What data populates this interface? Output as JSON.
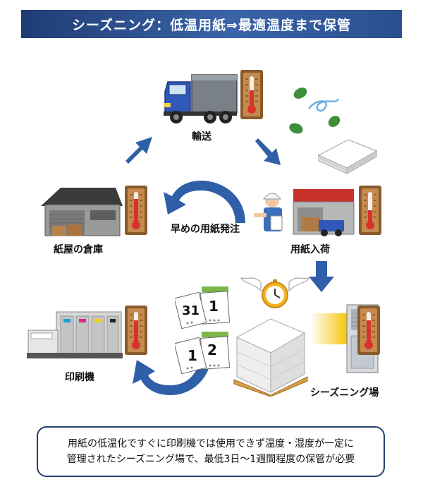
{
  "title": "シーズニング：低温用紙⇒最適温度まで保管",
  "labels": {
    "transport": "輸送",
    "warehouse": "紙屋の倉庫",
    "early_order": "早めの用紙発注",
    "paper_arrival": "用紙入荷",
    "press": "印刷機",
    "seasoning_area": "シーズニング場"
  },
  "calendar": {
    "top_left": "31",
    "top_right": "1",
    "bottom_left": "1",
    "bottom_right": "2"
  },
  "note": {
    "line1": "用紙の低温化ですぐに印刷機では使用できず温度・湿度が一定に",
    "line2": "管理されたシーズニング場で、最低3日〜1週間程度の保管が必要"
  },
  "colors": {
    "banner": "#2a4f90",
    "arrow": "#2f5fa8",
    "thermo_frame": "#8a5a2c",
    "thermo_red": "#d8332a",
    "note_border": "#24406f"
  }
}
